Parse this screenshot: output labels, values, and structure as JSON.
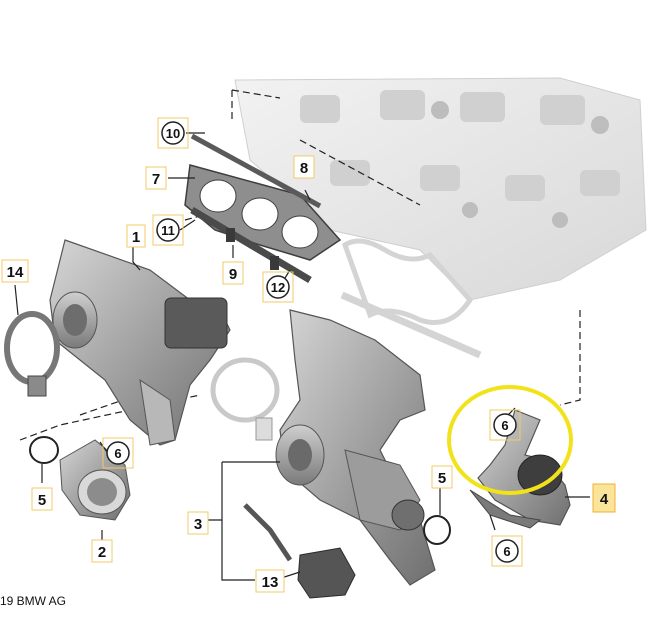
{
  "diagram": {
    "callouts": {
      "c1": "1",
      "c2": "2",
      "c3": "3",
      "c4": "4",
      "c5a": "5",
      "c5b": "5",
      "c6a": "6",
      "c6b": "6",
      "c6c": "6",
      "c7": "7",
      "c8": "8",
      "c9": "9",
      "c10": "10",
      "c11": "11",
      "c12": "12",
      "c13": "13",
      "c14": "14"
    },
    "copyright": "19 BMW AG",
    "colors": {
      "highlight_ring": "#f2e21a",
      "highlight_label": "#f9e49a",
      "label_border": "#f2b233",
      "part_metal": "#9a9a9a",
      "engine_ghost": "#e2e2e2"
    }
  }
}
